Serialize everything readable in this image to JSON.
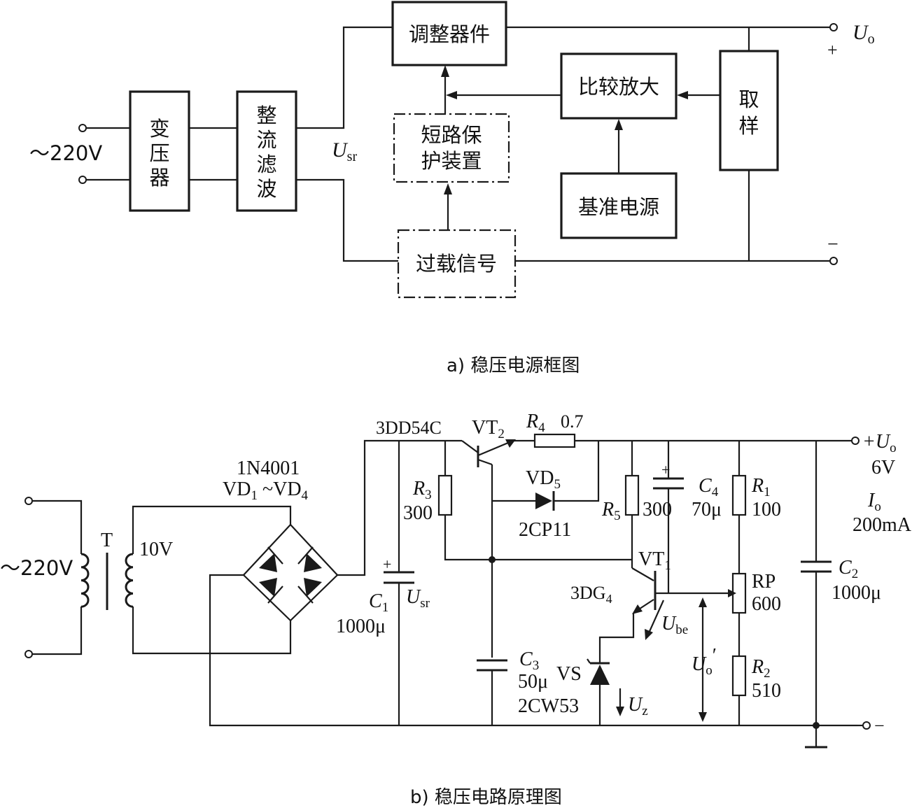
{
  "diagram_a": {
    "input_voltage": "～220V",
    "transformer": [
      "变",
      "压",
      "器"
    ],
    "rectifier_filter": [
      "整",
      "流",
      "滤",
      "波"
    ],
    "usr_label": "U",
    "usr_sub": "sr",
    "adjust_device": "调整器件",
    "short_protect": [
      "短路保",
      "护装置"
    ],
    "overload_signal": "过载信号",
    "compare_amp": "比较放大",
    "reference": "基准电源",
    "sampling": [
      "取",
      "样"
    ],
    "uo_label": "U",
    "uo_sub": "o",
    "plus": "+",
    "minus": "−",
    "caption": "a) 稳压电源框图"
  },
  "diagram_b": {
    "input_voltage": "～220V",
    "transformer_label": "T",
    "secondary_voltage": "10V",
    "diode_part": "1N4001",
    "diode_names": "VD",
    "diode_sub1": "1",
    "diode_tilde": " ~VD",
    "diode_sub4": "4",
    "vt2_part": "3DD54C",
    "vt2_name": "VT",
    "vt2_sub": "2",
    "r4_name": "R",
    "r4_sub": "4",
    "r4_value": "0.7",
    "vd5_name": "VD",
    "vd5_sub": "5",
    "vd5_part": "2CP11",
    "r3_name": "R",
    "r3_sub": "3",
    "r3_value": "300",
    "r5_name": "R",
    "r5_sub": "5",
    "r5_value": "300",
    "c4_name": "C",
    "c4_sub": "4",
    "c4_value": "70μ",
    "r1_name": "R",
    "r1_sub": "1",
    "r1_value": "100",
    "uo_plus": "+U",
    "uo_sub": "o",
    "uo_value": "6V",
    "io_name": "I",
    "io_sub": "o",
    "io_value": "200mA",
    "c1_name": "C",
    "c1_sub": "1",
    "c1_value": "1000μ",
    "usr_name": "U",
    "usr_sub": "sr",
    "vt1_name": "VT",
    "vt1_sub": "1",
    "vt1_part": "3DG",
    "vt1_part_sub": "4",
    "ube_name": "U",
    "ube_sub": "be",
    "rp_name": "RP",
    "rp_value": "600",
    "c2_name": "C",
    "c2_sub": "2",
    "c2_value": "1000μ",
    "c3_name": "C",
    "c3_sub": "3",
    "c3_value": "50μ",
    "vs_name": "VS",
    "vs_part": "2CW53",
    "uz_name": "U",
    "uz_sub": "z",
    "uo_prime_name": "U",
    "uo_prime_sub": "o",
    "uo_prime_mark": "′",
    "r2_name": "R",
    "r2_sub": "2",
    "r2_value": "510",
    "minus": "−",
    "caption": "b) 稳压电路原理图"
  }
}
